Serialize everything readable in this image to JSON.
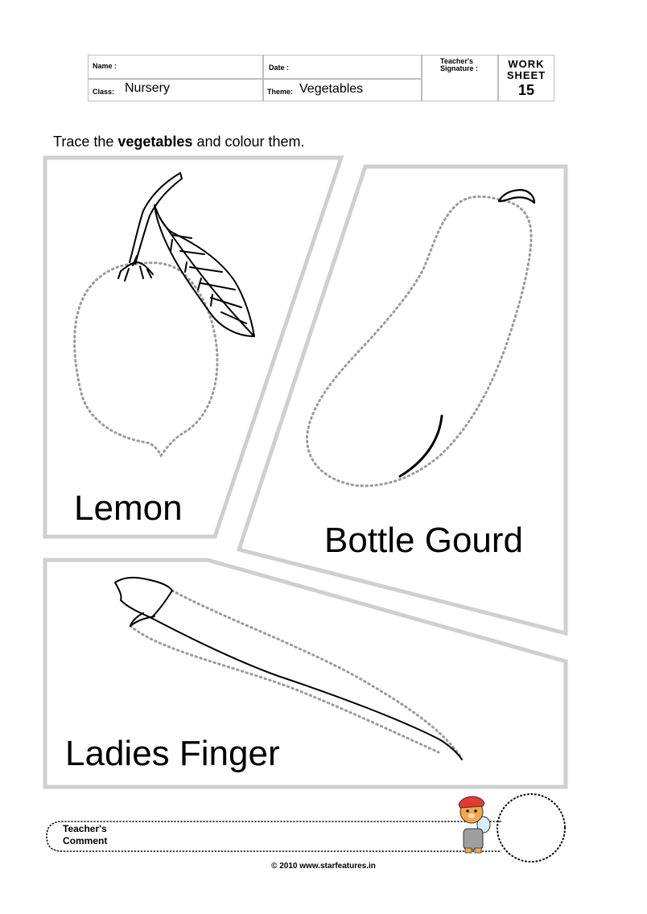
{
  "header": {
    "name_label": "Name :",
    "date_label": "Date :",
    "teacher_sig_label_1": "Teacher's",
    "teacher_sig_label_2": "Signature :",
    "class_label": "Class:",
    "class_value": "Nursery",
    "theme_label": "Theme:",
    "theme_value": "Vegetables",
    "worksheet_line1": "WORK",
    "worksheet_line2": "SHEET",
    "worksheet_number": "15"
  },
  "instruction": {
    "before": "Trace the ",
    "bold": "vegetables",
    "after": " and colour them."
  },
  "vegetables": [
    {
      "label": "Lemon"
    },
    {
      "label": "Bottle Gourd"
    },
    {
      "label": "Ladies Finger"
    }
  ],
  "footer": {
    "comment_line1": "Teacher's",
    "comment_line2": "Comment",
    "copyright": "© 2010 www.starfeatures.in"
  },
  "colors": {
    "panel_border": "#cfcfcf",
    "trace_dots": "#9a9a9a",
    "ink": "#000000"
  }
}
